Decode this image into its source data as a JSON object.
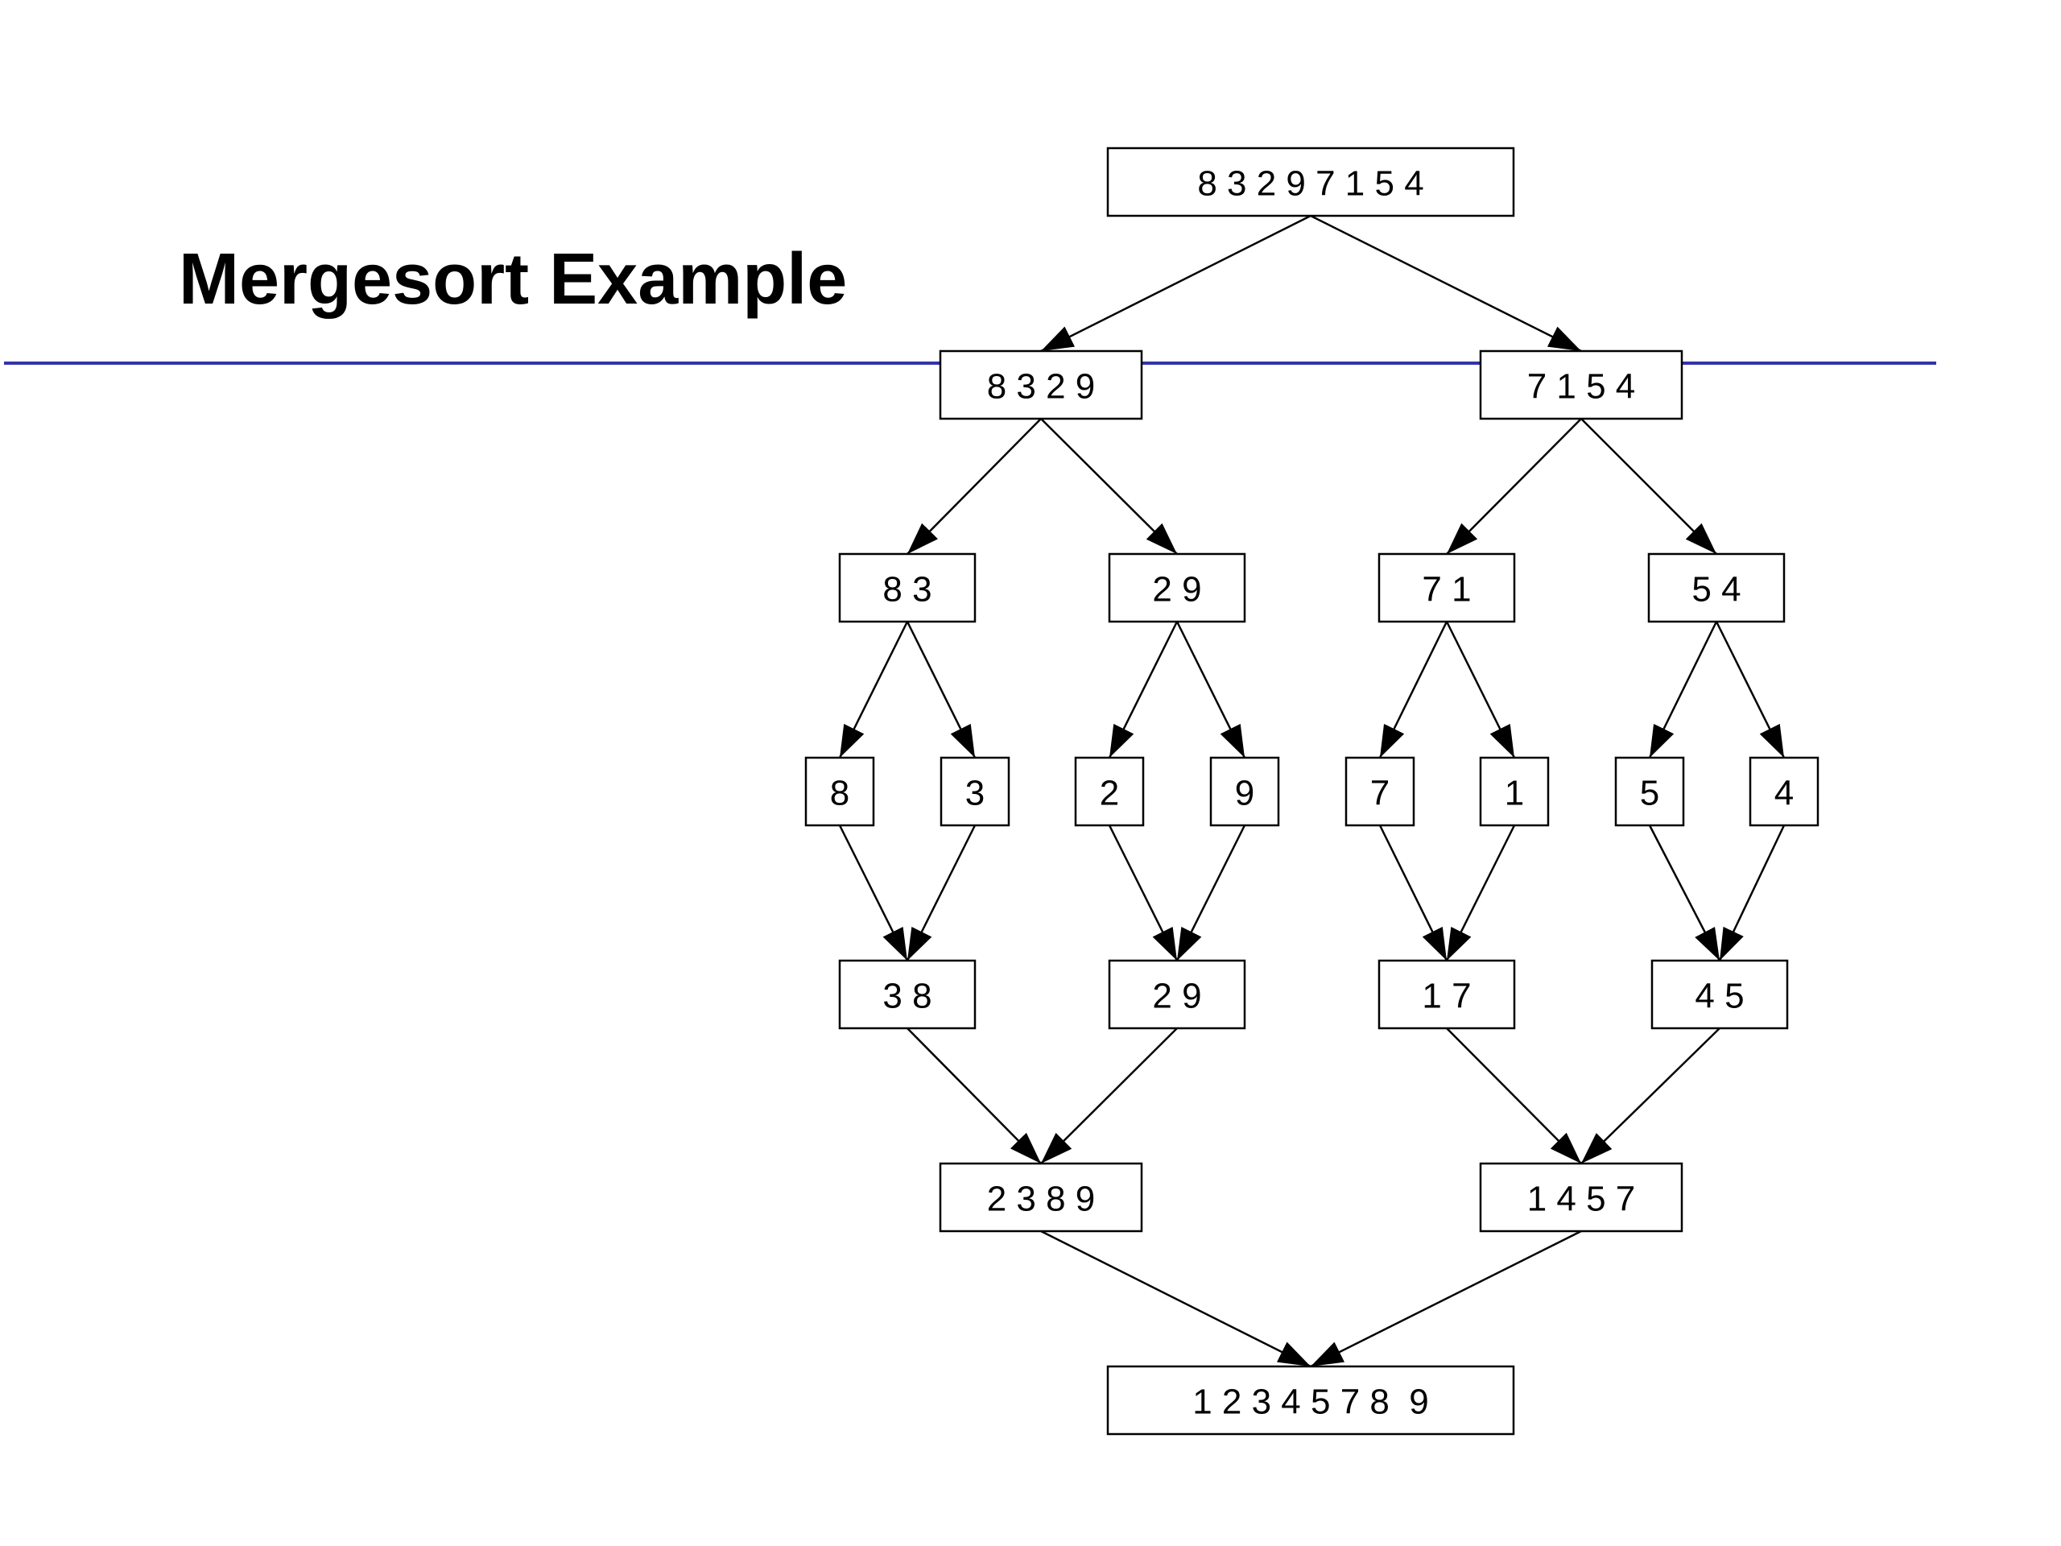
{
  "slide": {
    "title": "Mergesort Example",
    "rule_color": "#3333aa"
  },
  "diagram": {
    "line_color": "#000000",
    "nodes": [
      {
        "id": "root",
        "label": "8 3 2 9 7 1 5 4"
      },
      {
        "id": "L",
        "label": "8 3 2 9"
      },
      {
        "id": "R",
        "label": "7 1 5 4"
      },
      {
        "id": "LL",
        "label": "8 3"
      },
      {
        "id": "LR",
        "label": "2 9"
      },
      {
        "id": "RL",
        "label": "7 1"
      },
      {
        "id": "RR",
        "label": "5 4"
      },
      {
        "id": "a8",
        "label": "8"
      },
      {
        "id": "a3",
        "label": "3"
      },
      {
        "id": "a2",
        "label": "2"
      },
      {
        "id": "a9",
        "label": "9"
      },
      {
        "id": "a7",
        "label": "7"
      },
      {
        "id": "a1",
        "label": "1"
      },
      {
        "id": "a5",
        "label": "5"
      },
      {
        "id": "a4",
        "label": "4"
      },
      {
        "id": "m38",
        "label": "3 8"
      },
      {
        "id": "m29",
        "label": "2 9"
      },
      {
        "id": "m17",
        "label": "1 7"
      },
      {
        "id": "m45",
        "label": "4 5"
      },
      {
        "id": "m2389",
        "label": "2 3 8 9"
      },
      {
        "id": "m1457",
        "label": "1 4 5 7"
      },
      {
        "id": "final",
        "label": "1 2 3 4 5 7 8  9"
      }
    ],
    "edges": [
      {
        "from": "root",
        "to": "L"
      },
      {
        "from": "root",
        "to": "R"
      },
      {
        "from": "L",
        "to": "LL"
      },
      {
        "from": "L",
        "to": "LR"
      },
      {
        "from": "R",
        "to": "RL"
      },
      {
        "from": "R",
        "to": "RR"
      },
      {
        "from": "LL",
        "to": "a8"
      },
      {
        "from": "LL",
        "to": "a3"
      },
      {
        "from": "LR",
        "to": "a2"
      },
      {
        "from": "LR",
        "to": "a9"
      },
      {
        "from": "RL",
        "to": "a7"
      },
      {
        "from": "RL",
        "to": "a1"
      },
      {
        "from": "RR",
        "to": "a5"
      },
      {
        "from": "RR",
        "to": "a4"
      },
      {
        "from": "a8",
        "to": "m38"
      },
      {
        "from": "a3",
        "to": "m38"
      },
      {
        "from": "a2",
        "to": "m29"
      },
      {
        "from": "a9",
        "to": "m29"
      },
      {
        "from": "a7",
        "to": "m17"
      },
      {
        "from": "a1",
        "to": "m17"
      },
      {
        "from": "a5",
        "to": "m45"
      },
      {
        "from": "a4",
        "to": "m45"
      },
      {
        "from": "m38",
        "to": "m2389"
      },
      {
        "from": "m29",
        "to": "m2389"
      },
      {
        "from": "m17",
        "to": "m1457"
      },
      {
        "from": "m45",
        "to": "m1457"
      },
      {
        "from": "m2389",
        "to": "final"
      },
      {
        "from": "m1457",
        "to": "final"
      }
    ]
  }
}
